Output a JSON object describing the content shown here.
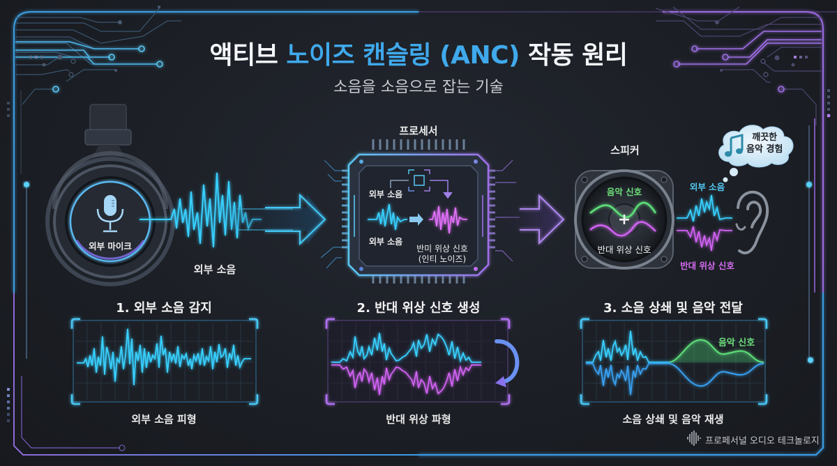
{
  "header": {
    "title_prefix": "액티브 ",
    "title_accent": "노이즈 캔슬링 (ANC)",
    "title_suffix": " 작동 원리",
    "subtitle": "소음을 소음으로 잡는 기술"
  },
  "colors": {
    "background": "#1b1e24",
    "accent_blue": "#3fa9ec",
    "noise_cyan": "#35d0ff",
    "antiphase_magenta": "#d062f2",
    "music_green": "#5ee07a",
    "frame_purple": "#9a6ae0"
  },
  "headphone": {
    "mic_label": "외부 마이크",
    "icon": "microphone-icon",
    "noise_label": "외부 소음"
  },
  "processor": {
    "title": "프로세서",
    "input_label_top": "외부 소음",
    "input_label_bottom": "외부 소음",
    "output_label_line1": "반미 위상 신호",
    "output_label_line2": "(인티 노이즈)",
    "icon": "chip-icon"
  },
  "speaker": {
    "title": "스피커",
    "music_label": "음악 신호",
    "antiphase_label": "반대 위상 신호",
    "plus_symbol": "+",
    "outside_noise_label": "외부 소음",
    "outside_antiphase_label": "반대 위상 신호"
  },
  "thought_bubble": {
    "line1": "깨끗한",
    "line2": "음악 경험",
    "icon": "music-note-icon"
  },
  "steps": [
    {
      "title": "1. 외부 소음 감지",
      "caption": "외부 소음 피형"
    },
    {
      "title": "2. 반대 위상 신호 생성",
      "caption": "반대 위상 파형"
    },
    {
      "title": "3. 소음 상쇄 및 음악 전달",
      "caption": "소음 상쇄 및 음악 재생",
      "inner_label": "음악 신호"
    }
  ],
  "footer": {
    "text": "프로페서널 오디오 테크놀로지",
    "icon": "sound-wave-icon"
  }
}
